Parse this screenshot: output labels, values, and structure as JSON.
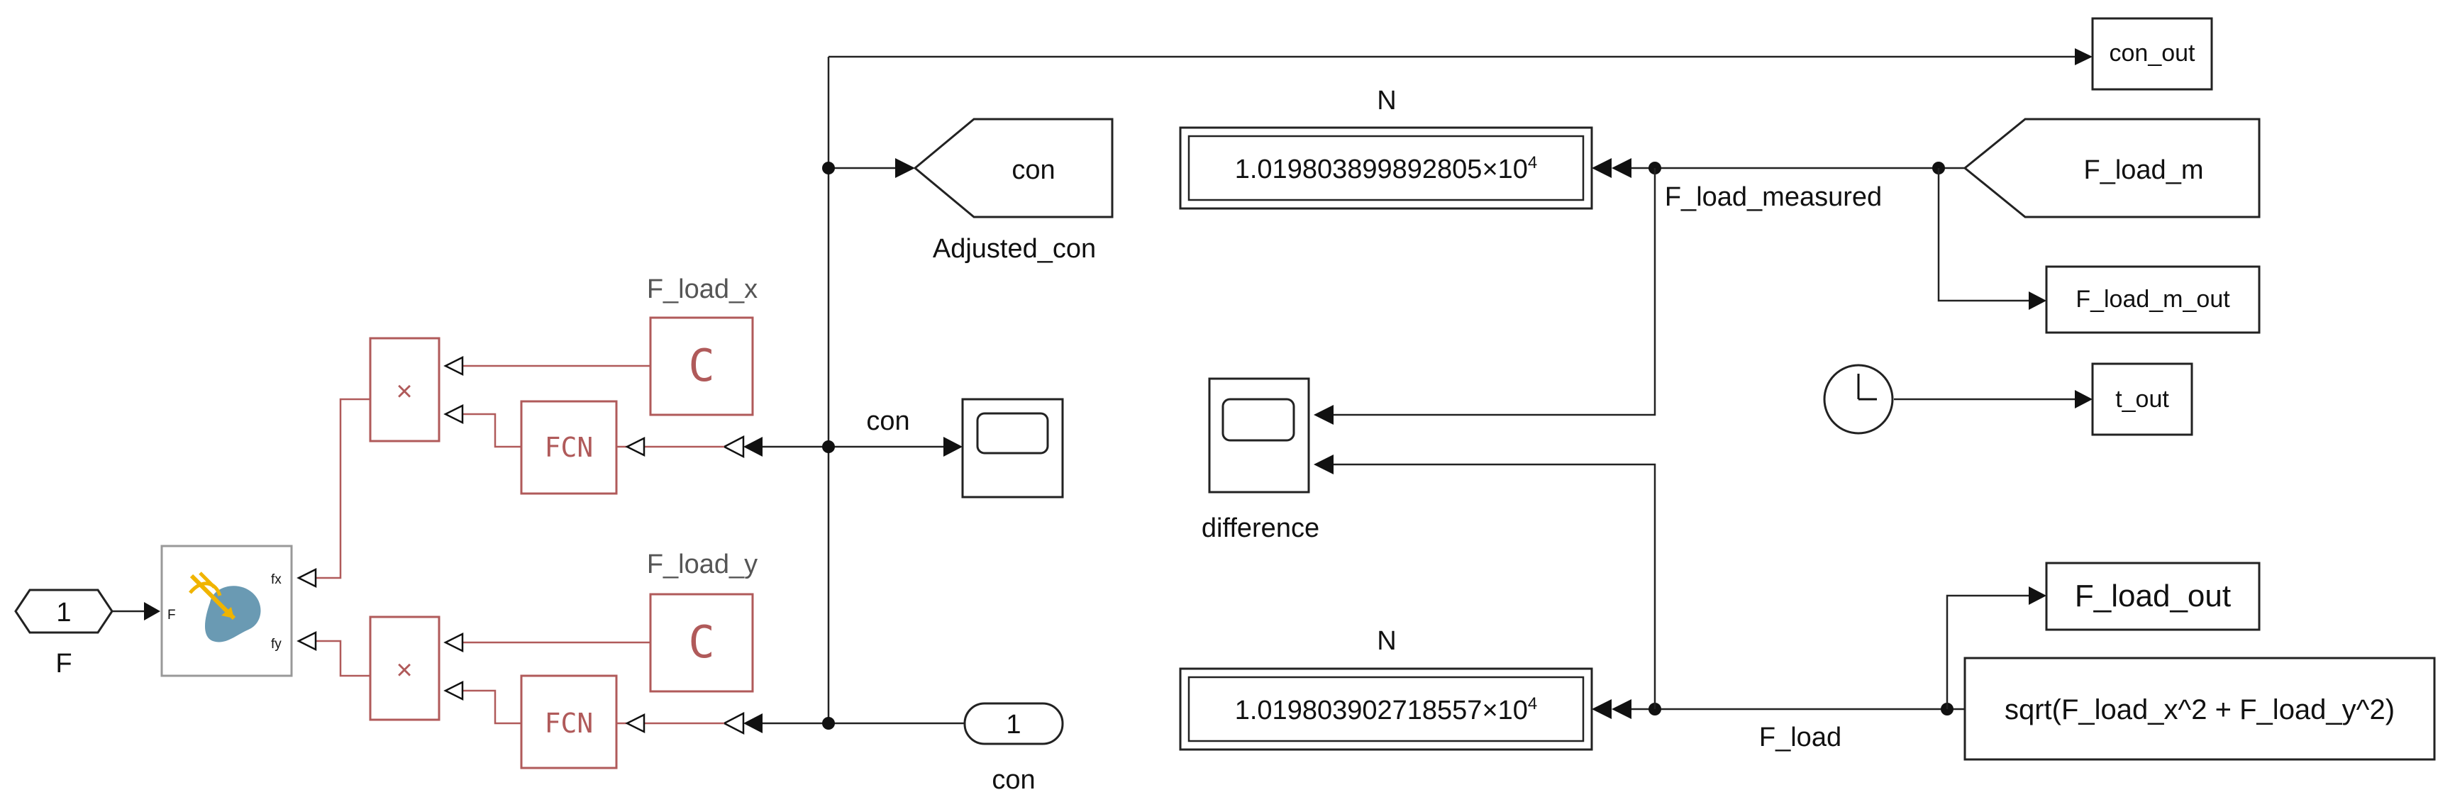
{
  "blocks": {
    "inport_f": {
      "number": "1",
      "label": "F"
    },
    "inport_con": {
      "number": "1",
      "label": "con"
    },
    "force_block": {
      "port_in": "F",
      "port_fx": "fx",
      "port_fy": "fy"
    },
    "const_x": {
      "label": "F_load_x",
      "symbol": "C"
    },
    "const_y": {
      "label": "F_load_y",
      "symbol": "C"
    },
    "product_top": {
      "symbol": "×"
    },
    "product_bottom": {
      "symbol": "×"
    },
    "fcn_top": {
      "text": "FCN"
    },
    "fcn_bottom": {
      "text": "FCN"
    },
    "goto_con": {
      "text": "con",
      "label": "Adjusted_con"
    },
    "outport_con": {
      "text": "con_out"
    },
    "goto_fload_m": {
      "text": "F_load_m"
    },
    "outport_fload_m": {
      "text": "F_load_m_out"
    },
    "outport_t": {
      "text": "t_out"
    },
    "outport_fload": {
      "text": "F_load_out"
    },
    "display_top": {
      "unit": "N",
      "mantissa": "1.019803899892805",
      "exp_base": "×10",
      "exp": "4"
    },
    "display_bottom": {
      "unit": "N",
      "mantissa": "1.019803902718557",
      "exp_base": "×10",
      "exp": "4"
    },
    "scope_con": {},
    "scope_diff": {
      "label": "difference"
    },
    "fcn_sqrt": {
      "text": "sqrt(F_load_x^2 + F_load_y^2)"
    }
  },
  "signals": {
    "con": "con",
    "fload_measured": "F_load_measured",
    "fload": "F_load"
  },
  "colors": {
    "block_border": "#222222",
    "signal_line": "#222222",
    "physical_line": "#b05a5a",
    "force_icon_blue": "#6a9ab3",
    "force_icon_yellow": "#f0b400"
  }
}
